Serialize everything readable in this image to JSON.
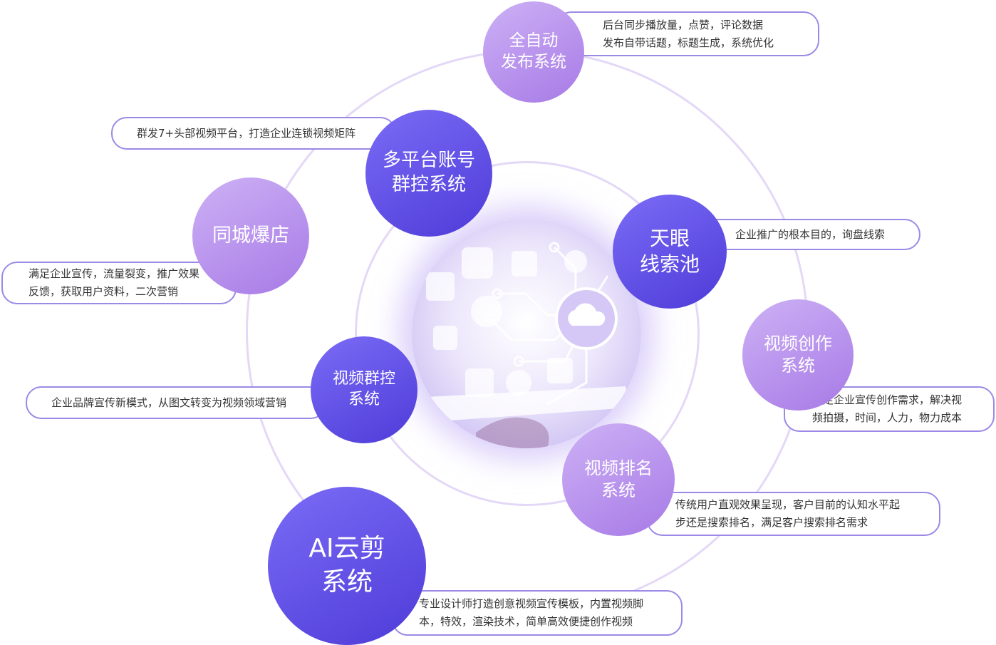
{
  "nodes": {
    "auto_publish": {
      "line1": "全自动",
      "line2": "发布系统"
    },
    "multi_platform": {
      "line1": "多平台账号",
      "line2": "群控系统"
    },
    "local_shop": {
      "line1": "同城爆店"
    },
    "lead_pool": {
      "line1": "天眼",
      "line2": "线索池"
    },
    "video_creation": {
      "line1": "视频创作",
      "line2": "系统"
    },
    "video_group": {
      "line1": "视频群控",
      "line2": "系统"
    },
    "video_ranking": {
      "line1": "视频排名",
      "line2": "系统"
    },
    "ai_editing": {
      "line1": "AI云剪",
      "line2": "系统"
    }
  },
  "descriptions": {
    "auto_publish": {
      "line1": "后台同步播放量，点赞，评论数据",
      "line2": "发布自带话题，标题生成，系统优化"
    },
    "multi_platform": {
      "line1": "群发7+头部视频平台，打造企业连锁视频矩阵"
    },
    "local_shop": {
      "line1": "满足企业宣传，流量裂变，推广效果",
      "line2": "反馈，获取用户资料，二次营销"
    },
    "lead_pool": {
      "line1": "企业推广的根本目的，询盘线索"
    },
    "video_creation": {
      "line1": "满足企业宣传创作需求，解决视",
      "line2": "频拍摄，时间，人力，物力成本"
    },
    "video_group": {
      "line1": "企业品牌宣传新模式，从图文转变为视频领域营销"
    },
    "video_ranking": {
      "line1": "传统用户直观效果呈现，客户目前的认知水平起",
      "line2": "步还是搜索排名，满足客户搜索排名需求"
    },
    "ai_editing": {
      "line1": "专业设计师打造创意视频宣传模板，内置视频脚",
      "line2": "本，特效，渲染技术，简单高效便捷创作视频"
    }
  },
  "colors": {
    "light_node": "#b48ae9",
    "deep_node": "#5a47e3",
    "desc_border": "#9c89e6",
    "ring": "#e4d8f7"
  }
}
